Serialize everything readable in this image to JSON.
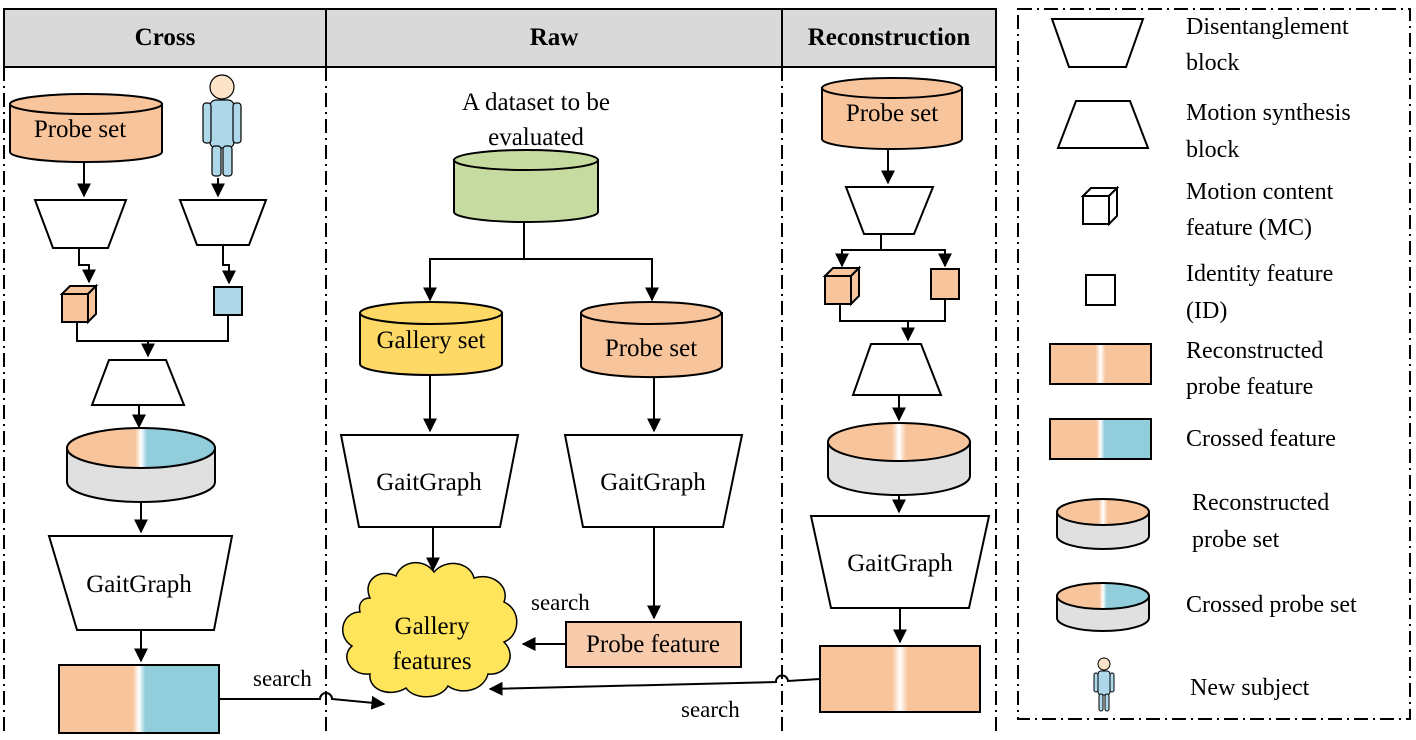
{
  "columns": {
    "cross": "Cross",
    "raw": "Raw",
    "reconstruction": "Reconstruction"
  },
  "cross": {
    "probe_set": "Probe set",
    "gaitgraph": "GaitGraph",
    "search": "search"
  },
  "raw": {
    "dataset_line1": "A dataset to be",
    "dataset_line2": "evaluated",
    "gallery_set": "Gallery set",
    "probe_set": "Probe set",
    "gaitgraph_left": "GaitGraph",
    "gaitgraph_right": "GaitGraph",
    "gallery_features_line1": "Gallery",
    "gallery_features_line2": "features",
    "probe_feature": "Probe feature",
    "search": "search"
  },
  "reconstruction": {
    "probe_set": "Probe set",
    "gaitgraph": "GaitGraph",
    "search": "search"
  },
  "legend": [
    {
      "icon": "disentanglement-block-icon",
      "line1": "Disentanglement",
      "line2": "block"
    },
    {
      "icon": "motion-synthesis-block-icon",
      "line1": "Motion synthesis",
      "line2": "block"
    },
    {
      "icon": "motion-content-feature-icon",
      "line1": "Motion content",
      "line2": "feature (MC)"
    },
    {
      "icon": "identity-feature-icon",
      "line1": "Identity feature",
      "line2": "(ID)"
    },
    {
      "icon": "reconstructed-probe-feature-icon",
      "line1": "Reconstructed",
      "line2": "probe feature"
    },
    {
      "icon": "crossed-feature-icon",
      "line1": "Crossed feature",
      "line2": ""
    },
    {
      "icon": "reconstructed-probe-set-icon",
      "line1": "Reconstructed",
      "line2": "probe set"
    },
    {
      "icon": "crossed-probe-set-icon",
      "line1": "Crossed probe set",
      "line2": ""
    },
    {
      "icon": "new-subject-icon",
      "line1": "New subject",
      "line2": ""
    }
  ],
  "colors": {
    "header_fill": "#d9d9d9",
    "probe": "#f8c49b",
    "probe_light": "#f8cbad",
    "cross_blue": "#92cddc",
    "dataset_green": "#c5dba0",
    "gallery_yellow": "#ffd966",
    "cloud_yellow": "#ffe55c",
    "cylinder_side": "#e0e0e0",
    "person_blue": "#aed8ea"
  }
}
